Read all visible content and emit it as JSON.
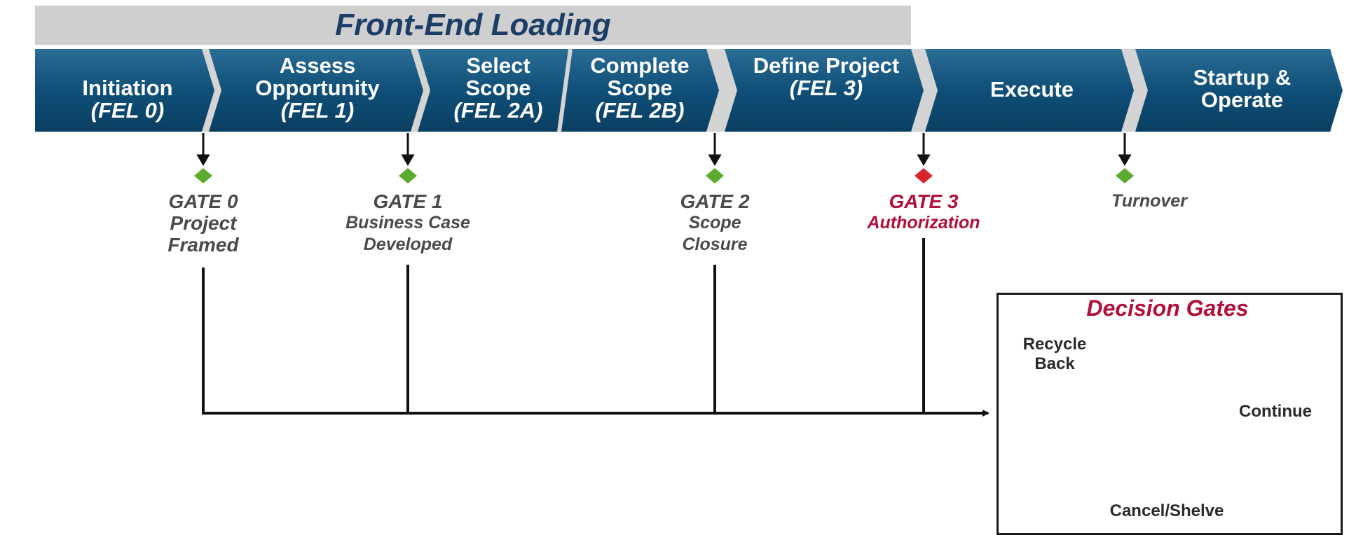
{
  "header": {
    "title": "Front-End Loading"
  },
  "stages": [
    {
      "name": "Initiation",
      "sub": "(FEL 0)"
    },
    {
      "name": "Assess Opportunity",
      "sub": "(FEL 1)"
    },
    {
      "name": "Select Scope",
      "sub": "(FEL 2A)"
    },
    {
      "name": "Complete Scope",
      "sub": "(FEL 2B)"
    },
    {
      "name": "Define Project",
      "sub": "(FEL 3)"
    },
    {
      "name": "Execute",
      "sub": ""
    },
    {
      "name": "Startup & Operate",
      "sub": ""
    }
  ],
  "gates": [
    {
      "title": "GATE 0",
      "desc": "Project Framed",
      "status": "green"
    },
    {
      "title": "GATE 1",
      "desc": "Business Case Developed",
      "status": "green"
    },
    {
      "title": "GATE 2",
      "desc": "Scope Closure",
      "status": "green"
    },
    {
      "title": "GATE 3",
      "desc": "Authorization",
      "status": "red"
    },
    {
      "title": "Turnover",
      "desc": "",
      "status": "green"
    }
  ],
  "decision": {
    "title": "Decision Gates",
    "recycle": "Recycle Back",
    "continue": "Continue",
    "cancel": "Cancel/Shelve"
  },
  "colors": {
    "stage_blue": "#0f4f78",
    "header_gray": "#cfcfcf",
    "gate_green": "#5bab2f",
    "gate_red": "#d8262f",
    "accent_red": "#b0103a"
  }
}
